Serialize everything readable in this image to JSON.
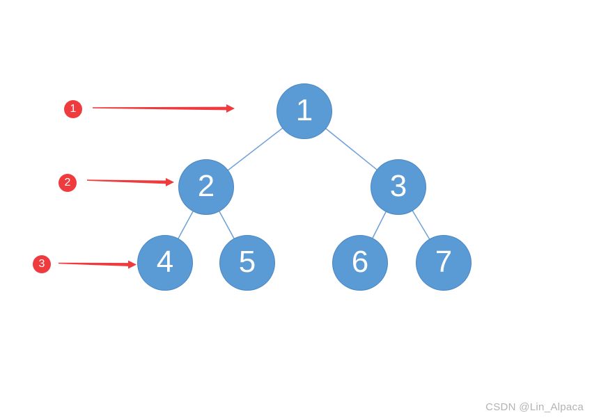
{
  "diagram": {
    "type": "binary-tree",
    "nodes": [
      {
        "id": 1,
        "label": "1",
        "level": 1
      },
      {
        "id": 2,
        "label": "2",
        "level": 2
      },
      {
        "id": 3,
        "label": "3",
        "level": 2
      },
      {
        "id": 4,
        "label": "4",
        "level": 3
      },
      {
        "id": 5,
        "label": "5",
        "level": 3
      },
      {
        "id": 6,
        "label": "6",
        "level": 3
      },
      {
        "id": 7,
        "label": "7",
        "level": 3
      }
    ],
    "edges": [
      {
        "from": 1,
        "to": 2
      },
      {
        "from": 1,
        "to": 3
      },
      {
        "from": 2,
        "to": 4
      },
      {
        "from": 2,
        "to": 5
      },
      {
        "from": 3,
        "to": 6
      },
      {
        "from": 3,
        "to": 7
      }
    ]
  },
  "annotations": {
    "markers": [
      {
        "label": "1",
        "points_to": "tree level 1 (root node 1)"
      },
      {
        "label": "2",
        "points_to": "tree level 2 (node 2)"
      },
      {
        "label": "3",
        "points_to": "tree level 3 (node 4)"
      }
    ]
  },
  "watermark": {
    "text": "CSDN @Lin_Alpaca"
  },
  "colors": {
    "node-fill": "#5b9bd5",
    "node-border": "#4a86c4",
    "edge": "#6e9fd8",
    "marker-red": "#ef3b3e",
    "watermark-gray": "#b3b3b3",
    "background": "#ffffff"
  }
}
